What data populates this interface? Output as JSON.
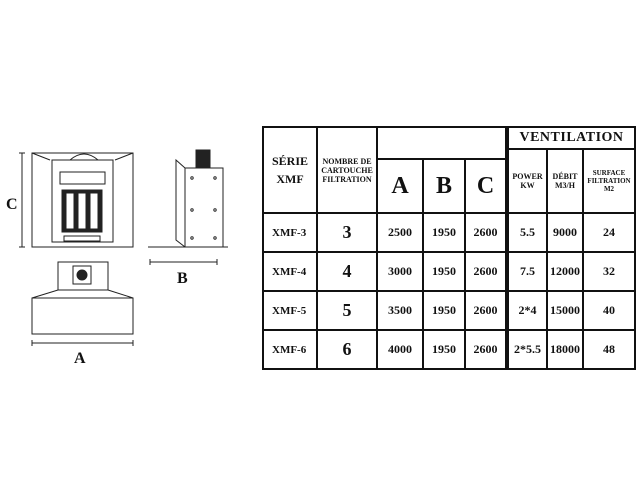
{
  "dimension_labels": {
    "a": "A",
    "b": "B",
    "c": "C"
  },
  "table": {
    "serie_header": [
      "SÉRIE",
      "XMF"
    ],
    "nombre_header": [
      "NOMBRE DE",
      "CARTOUCHE",
      "FILTRATION"
    ],
    "dim_headers": [
      "A",
      "B",
      "C"
    ],
    "ventilation_header": "VENTILATION",
    "power_header": [
      "POWER",
      "KW"
    ],
    "debit_header": [
      "DÉBIT",
      "M3/H"
    ],
    "surface_header": [
      "SURFACE",
      "FILTRATION",
      "M2"
    ],
    "rows": [
      {
        "model": "XMF-3",
        "cartouches": "3",
        "a": "2500",
        "b": "1950",
        "c": "2600",
        "power": "5.5",
        "debit": "9000",
        "surface": "24"
      },
      {
        "model": "XMF-4",
        "cartouches": "4",
        "a": "3000",
        "b": "1950",
        "c": "2600",
        "power": "7.5",
        "debit": "12000",
        "surface": "32"
      },
      {
        "model": "XMF-5",
        "cartouches": "5",
        "a": "3500",
        "b": "1950",
        "c": "2600",
        "power": "2*4",
        "debit": "15000",
        "surface": "40"
      },
      {
        "model": "XMF-6",
        "cartouches": "6",
        "a": "4000",
        "b": "1950",
        "c": "2600",
        "power": "2*5.5",
        "debit": "18000",
        "surface": "48"
      }
    ]
  }
}
